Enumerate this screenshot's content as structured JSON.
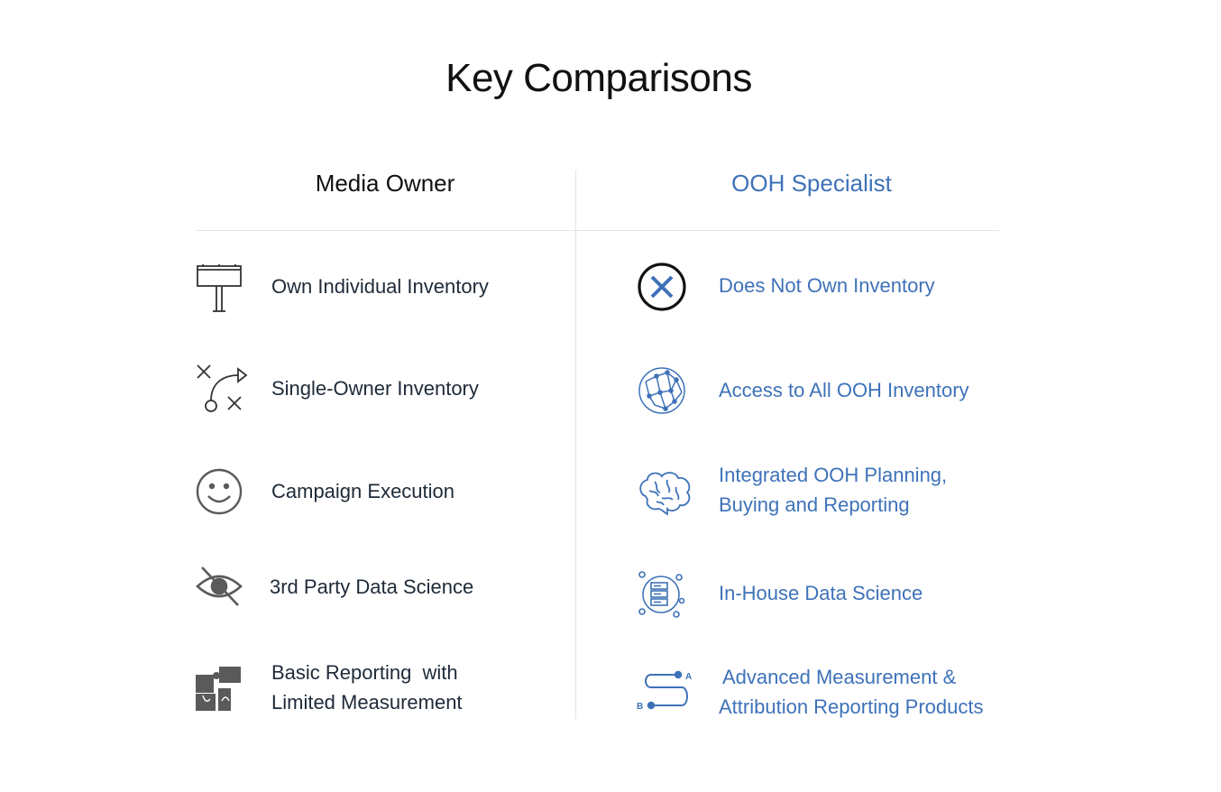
{
  "title": "Key Comparisons",
  "colors": {
    "accent": "#3e72b8",
    "text_dark": "#1e2a38",
    "icon_gray": "#5a5a5a"
  },
  "columns": {
    "left": {
      "heading": "Media Owner",
      "items": [
        {
          "icon": "billboard-icon",
          "lines": [
            "Own Individual Inventory"
          ]
        },
        {
          "icon": "strategy-play-icon",
          "lines": [
            "Single-Owner Inventory"
          ]
        },
        {
          "icon": "smiley-face-icon",
          "lines": [
            "Campaign Execution"
          ]
        },
        {
          "icon": "eye-slash-icon",
          "lines": [
            "3rd Party Data Science"
          ]
        },
        {
          "icon": "puzzle-pieces-icon",
          "lines": [
            "Basic Reporting  with",
            "Limited Measurement"
          ]
        }
      ]
    },
    "right": {
      "heading": "OOH Specialist",
      "items": [
        {
          "icon": "x-circle-icon",
          "lines": [
            "Does Not Own Inventory"
          ]
        },
        {
          "icon": "network-globe-icon",
          "lines": [
            "Access to All OOH Inventory"
          ]
        },
        {
          "icon": "brain-icon",
          "lines": [
            "Integrated OOH Planning,",
            "Buying and Reporting"
          ]
        },
        {
          "icon": "data-server-globe-icon",
          "lines": [
            "In-House Data Science"
          ]
        },
        {
          "icon": "route-a-to-b-icon",
          "lines": [
            "Advanced Measurement &",
            "Attribution Reporting Products"
          ]
        }
      ]
    }
  }
}
